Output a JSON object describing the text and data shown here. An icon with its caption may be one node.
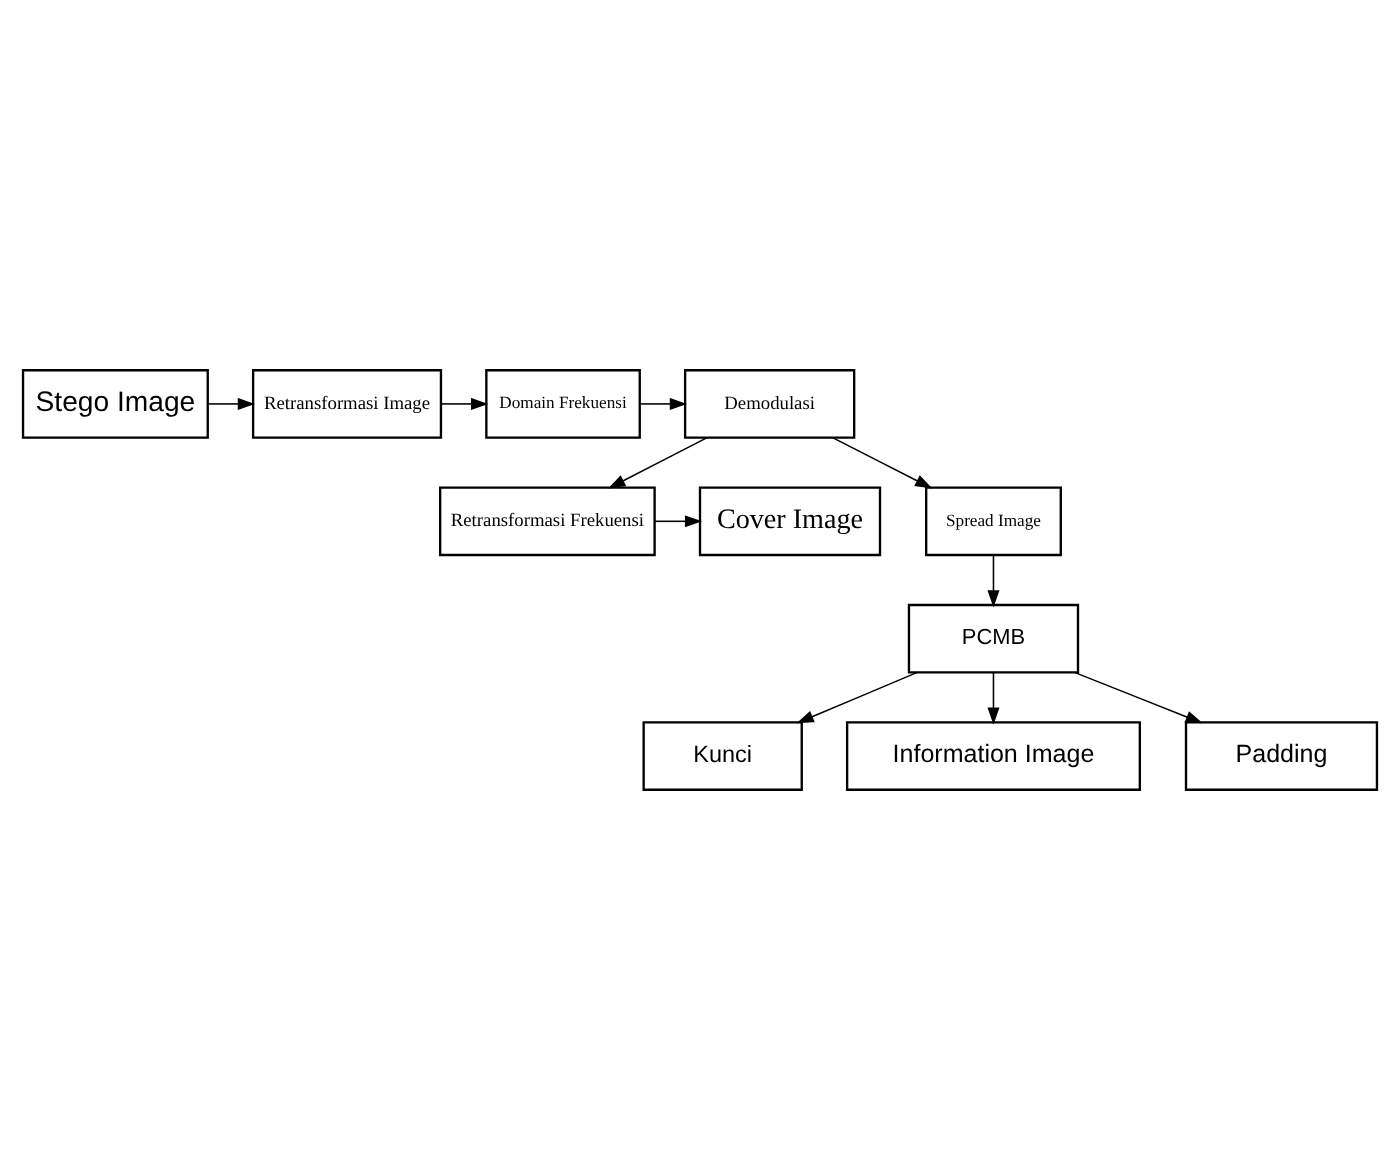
{
  "diagram": {
    "nodes": [
      {
        "text": [
          "Stego Image"
        ]
      },
      {
        "text": [
          "Retransformasi Image"
        ]
      },
      {
        "text": [
          "Domain Frekuensi"
        ]
      },
      {
        "text": [
          "Demodulasi"
        ]
      },
      {
        "text": [
          "Retransformasi Frekuensi"
        ]
      },
      {
        "text": [
          "Cover Image"
        ]
      },
      {
        "text": [
          "Spread Image"
        ]
      },
      {
        "text": [
          "PCMB"
        ]
      },
      {
        "text": [
          "Kunci"
        ]
      },
      {
        "text": [
          "Information Image"
        ]
      },
      {
        "text": [
          "Padding"
        ]
      }
    ],
    "edges": [
      {
        "from": 0,
        "to": 1,
        "arrow": "to"
      },
      {
        "from": 1,
        "to": 2,
        "arrow": "to"
      },
      {
        "from": 2,
        "to": 3,
        "arrow": "to"
      },
      {
        "from": 3,
        "to": 4,
        "arrow": "to"
      },
      {
        "from": 4,
        "to": 5,
        "arrow": "to"
      },
      {
        "from": 3,
        "to": 6,
        "arrow": "to"
      },
      {
        "from": 6,
        "to": 7,
        "arrow": "to"
      },
      {
        "from": 7,
        "to": 8,
        "arrow": "to"
      },
      {
        "from": 7,
        "to": 9,
        "arrow": "to"
      },
      {
        "from": 7,
        "to": 10,
        "arrow": "to"
      }
    ]
  }
}
